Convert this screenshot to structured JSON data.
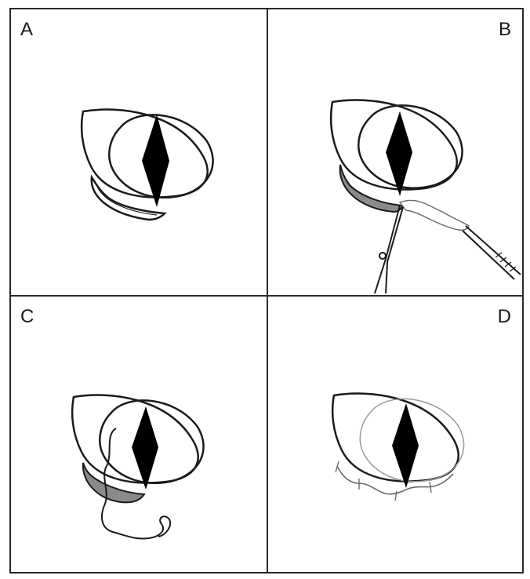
{
  "panels": [
    {
      "id": "A",
      "label": "A"
    },
    {
      "id": "B",
      "label": "B"
    },
    {
      "id": "C",
      "label": "C"
    },
    {
      "id": "D",
      "label": "D"
    }
  ],
  "colors": {
    "stroke": "#1a1a1a",
    "pupil": "#000000",
    "tissue_shade": "#8a8a8a",
    "faint_line": "#9a9a9a"
  }
}
